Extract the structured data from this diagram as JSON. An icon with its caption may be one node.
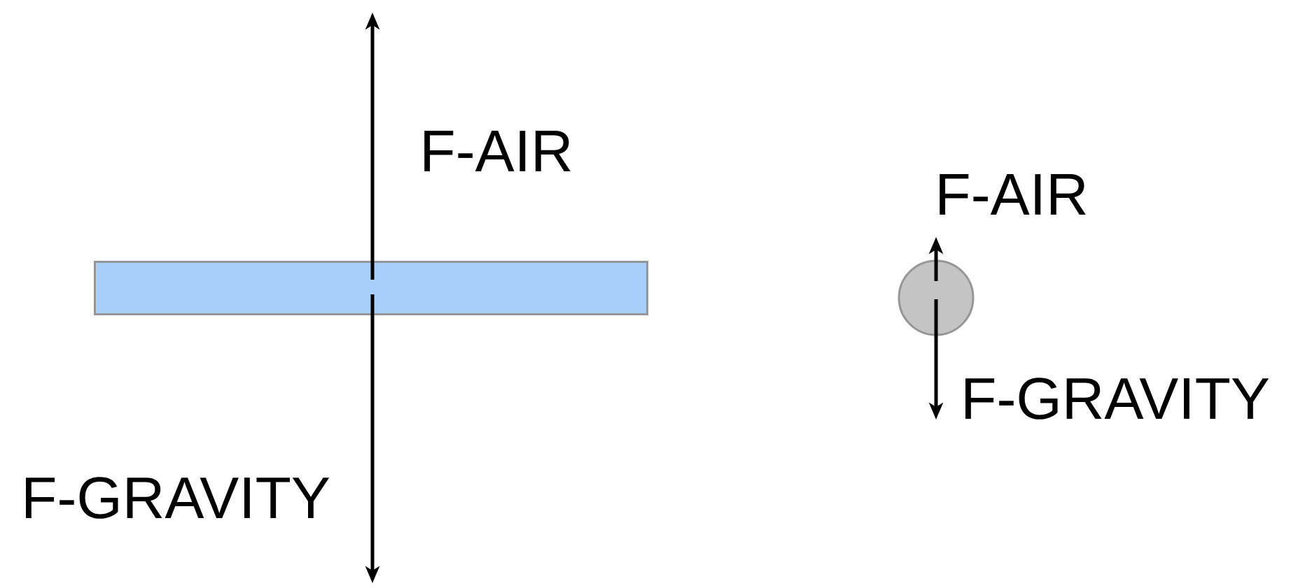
{
  "diagram": {
    "nodes": [
      {
        "text": [],
        "shape": "bar"
      },
      {
        "text": [],
        "shape": "circle"
      }
    ],
    "labels": [
      "F-AIR",
      "F-GRAVITY",
      "F-AIR",
      "F-GRAVITY"
    ]
  }
}
